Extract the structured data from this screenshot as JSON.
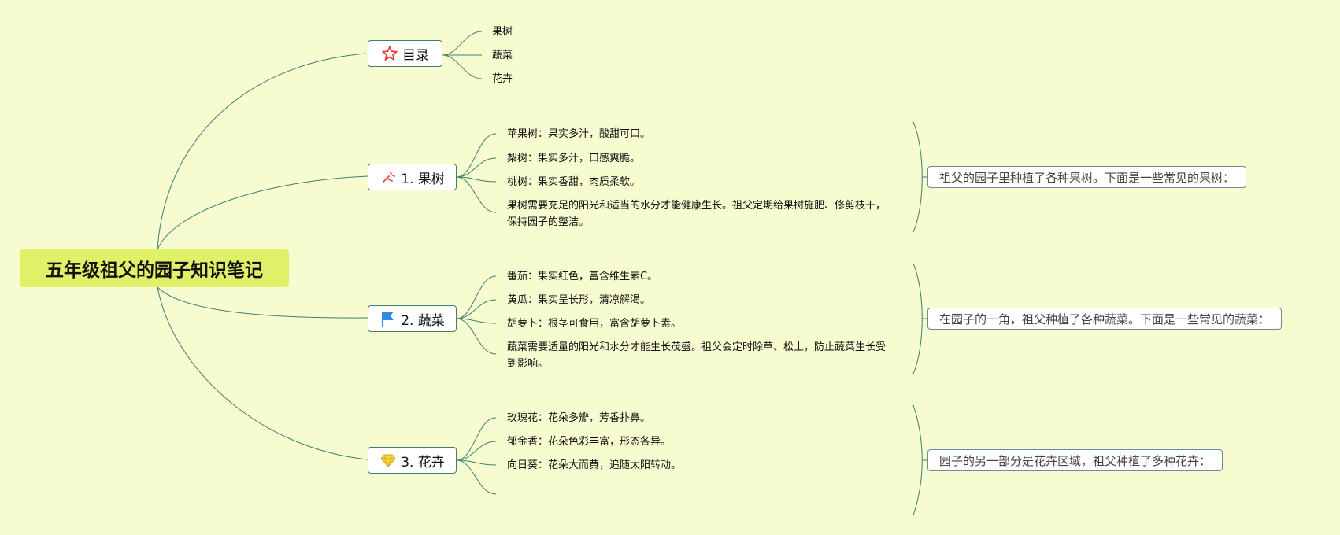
{
  "root": {
    "title": "五年级祖父的园子知识笔记"
  },
  "toc": {
    "label": "目录",
    "items": [
      "果树",
      "蔬菜",
      "花卉"
    ]
  },
  "sections": [
    {
      "label": "1. 果树",
      "items": [
        "苹果树：果实多汁，酸甜可口。",
        "梨树：果实多汁，口感爽脆。",
        "桃树：果实香甜，肉质柔软。",
        "果树需要充足的阳光和适当的水分才能健康生长。祖父定期给果树施肥、修剪枝干，保持园子的整洁。"
      ],
      "summary": "祖父的园子里种植了各种果树。下面是一些常见的果树："
    },
    {
      "label": "2. 蔬菜",
      "items": [
        "番茄：果实红色，富含维生素C。",
        "黄瓜：果实呈长形，清凉解渴。",
        "胡萝卜：根茎可食用，富含胡萝卜素。",
        "蔬菜需要适量的阳光和水分才能生长茂盛。祖父会定时除草、松土，防止蔬菜生长受到影响。"
      ],
      "summary": "在园子的一角，祖父种植了各种蔬菜。下面是一些常见的蔬菜："
    },
    {
      "label": "3. 花卉",
      "items": [
        "玫瑰花：花朵多瓣，芳香扑鼻。",
        "郁金香：花朵色彩丰富，形态各异。",
        "向日葵：花朵大而黄，追随太阳转动。"
      ],
      "summary": "园子的另一部分是花卉区域，祖父种植了多种花卉："
    }
  ],
  "icons": {
    "toc": "star-icon",
    "fruit": "sparkle-icon",
    "vegetable": "flag-icon",
    "flower": "diamond-icon"
  },
  "colors": {
    "background": "#f7fbd0",
    "root_fill": "#def167",
    "line": "#3f7f72",
    "star": "#e63a2e",
    "flag": "#2f8ee0",
    "diamond": "#f3d23a"
  }
}
